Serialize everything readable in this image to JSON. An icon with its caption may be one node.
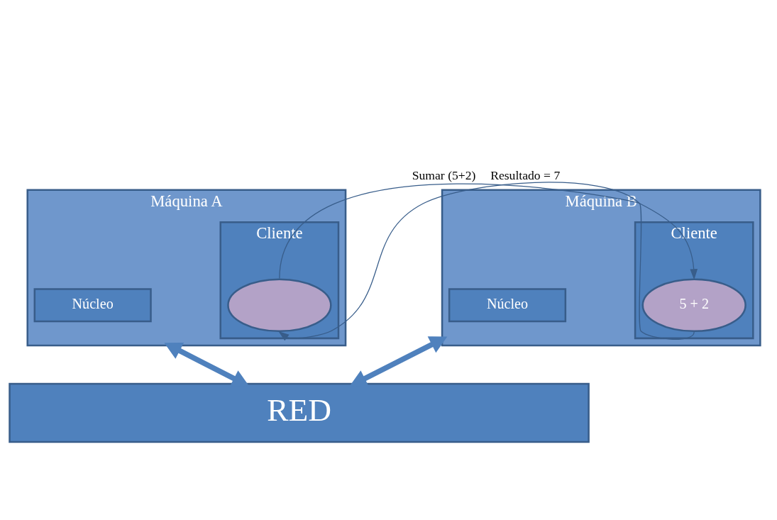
{
  "diagram": {
    "nodes": [
      {
        "text": [
          "Máquina A"
        ]
      },
      {
        "text": [
          "Cliente"
        ],
        "in": 0
      },
      {
        "text": [],
        "shape": "ellipse",
        "in": 1
      },
      {
        "text": [
          "Núcleo"
        ],
        "in": 0
      },
      {
        "text": [
          "Máquina B"
        ]
      },
      {
        "text": [
          "Cliente"
        ],
        "in": 4
      },
      {
        "text": [
          "5 + 2"
        ],
        "in": 5
      },
      {
        "text": [
          "Núcleo"
        ],
        "in": 4
      },
      {
        "text": [
          "RED"
        ]
      }
    ],
    "edges": [
      {
        "from": 2,
        "to": 6,
        "arrow": "to",
        "label": "Sumar (5+2)"
      },
      {
        "from": 6,
        "to": 2,
        "arrow": "to",
        "label": "Resultado = 7"
      },
      {
        "from": 0,
        "to": 8,
        "arrow": "both",
        "style": "thick"
      },
      {
        "from": 4,
        "to": 8,
        "arrow": "both",
        "style": "thick"
      }
    ]
  }
}
